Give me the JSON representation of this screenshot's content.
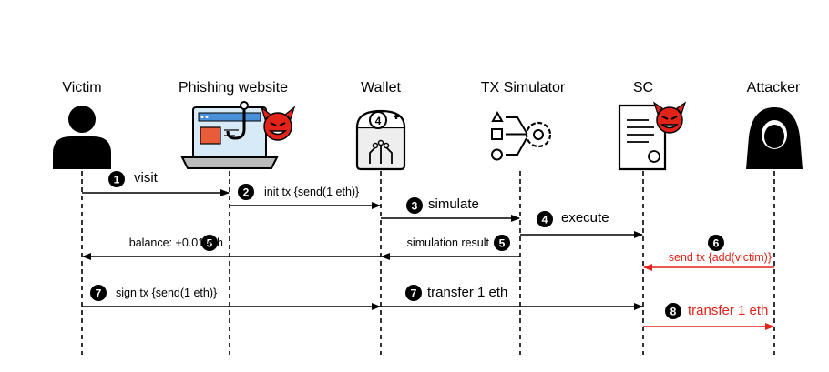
{
  "actors": [
    {
      "label": "Victim",
      "icon": "person-icon"
    },
    {
      "label": "Phishing website",
      "icon": "phishing-laptop-icon"
    },
    {
      "label": "Wallet",
      "icon": "wallet-icon"
    },
    {
      "label": "TX Simulator",
      "icon": "simulator-icon"
    },
    {
      "label": "SC",
      "icon": "contract-document-icon"
    },
    {
      "label": "Attacker",
      "icon": "hooded-hacker-icon"
    }
  ],
  "messages": [
    {
      "step": "1",
      "text": "visit",
      "from": "Victim",
      "to": "Phishing website"
    },
    {
      "step": "2",
      "text": "init tx {send(1 eth)}",
      "from": "Phishing website",
      "to": "Wallet"
    },
    {
      "step": "3",
      "text": "simulate",
      "from": "Wallet",
      "to": "TX Simulator"
    },
    {
      "step": "4",
      "text": "execute",
      "from": "TX Simulator",
      "to": "SC"
    },
    {
      "step": "5",
      "text": "simulation result",
      "from": "TX Simulator",
      "to": "Wallet"
    },
    {
      "step": "5",
      "text": "balance: +0.01 eth",
      "from": "Wallet",
      "to": "Victim"
    },
    {
      "step": "6",
      "text": "send tx {add(victim)}",
      "from": "Attacker",
      "to": "SC"
    },
    {
      "step": "7",
      "text": "sign tx {send(1 eth)}",
      "from": "Victim",
      "to": "Wallet"
    },
    {
      "step": "7",
      "text": "transfer 1 eth",
      "from": "Wallet",
      "to": "SC"
    },
    {
      "step": "8",
      "text": "transfer 1 eth",
      "from": "SC",
      "to": "Attacker"
    }
  ],
  "colors": {
    "normal": "#000000",
    "attack": "#e2231a",
    "devil": "#e2231a",
    "badge": "#000000"
  }
}
